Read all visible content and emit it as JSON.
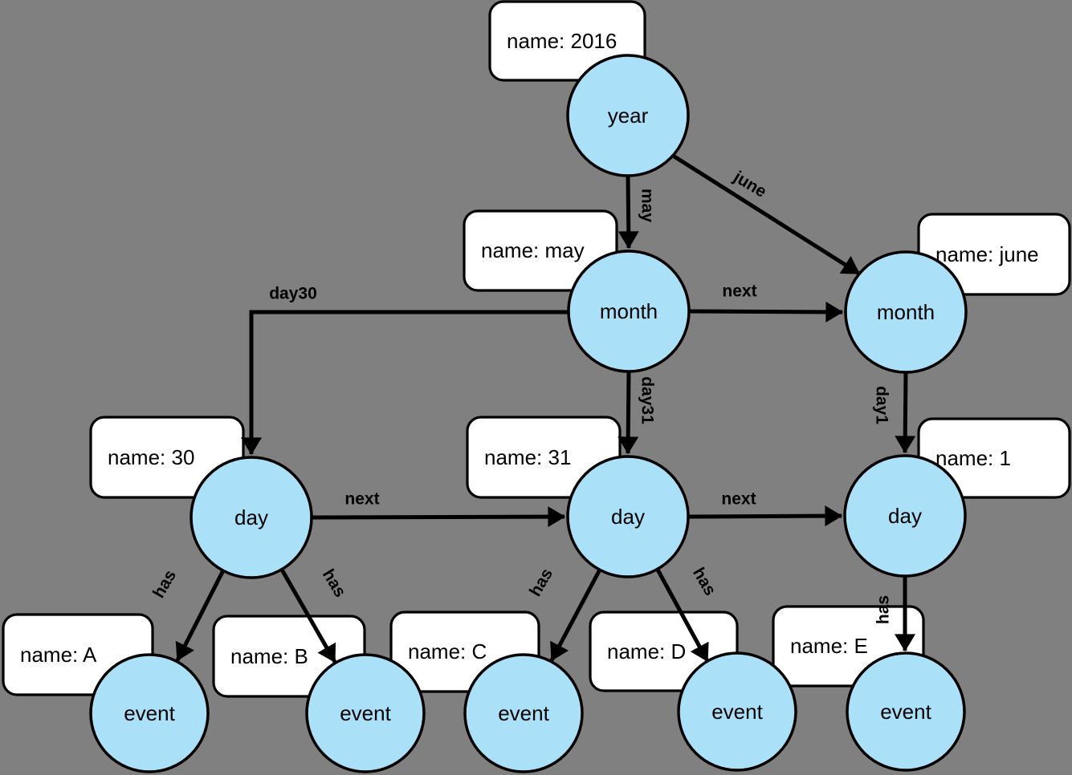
{
  "graph": {
    "colors": {
      "background": "#808080",
      "node_fill": "#ABE0F9",
      "box_fill": "#FFFFFF"
    },
    "nodes": {
      "year": {
        "label": "year"
      },
      "month_may": {
        "label": "month"
      },
      "month_june": {
        "label": "month"
      },
      "day_30": {
        "label": "day"
      },
      "day_31": {
        "label": "day"
      },
      "day_1": {
        "label": "day"
      },
      "event_a": {
        "label": "event"
      },
      "event_b": {
        "label": "event"
      },
      "event_c": {
        "label": "event"
      },
      "event_d": {
        "label": "event"
      },
      "event_e": {
        "label": "event"
      }
    },
    "properties": {
      "year": "name: 2016",
      "month_may": "name: may",
      "month_june": "name: june",
      "day_30": "name: 30",
      "day_31": "name: 31",
      "day_1": "name: 1",
      "event_a": "name: A",
      "event_b": "name: B",
      "event_c": "name: C",
      "event_d": "name: D",
      "event_e": "name: E"
    },
    "edges": {
      "year_to_may": "may",
      "year_to_june": "june",
      "may_to_june": "next",
      "may_to_day30": "day30",
      "may_to_day31": "day31",
      "june_to_day1": "day1",
      "day30_to_day31": "next",
      "day31_to_day1": "next",
      "day30_to_event_a": "has",
      "day30_to_event_b": "has",
      "day31_to_event_c": "has",
      "day31_to_event_d": "has",
      "day1_to_event_e": "has"
    }
  }
}
